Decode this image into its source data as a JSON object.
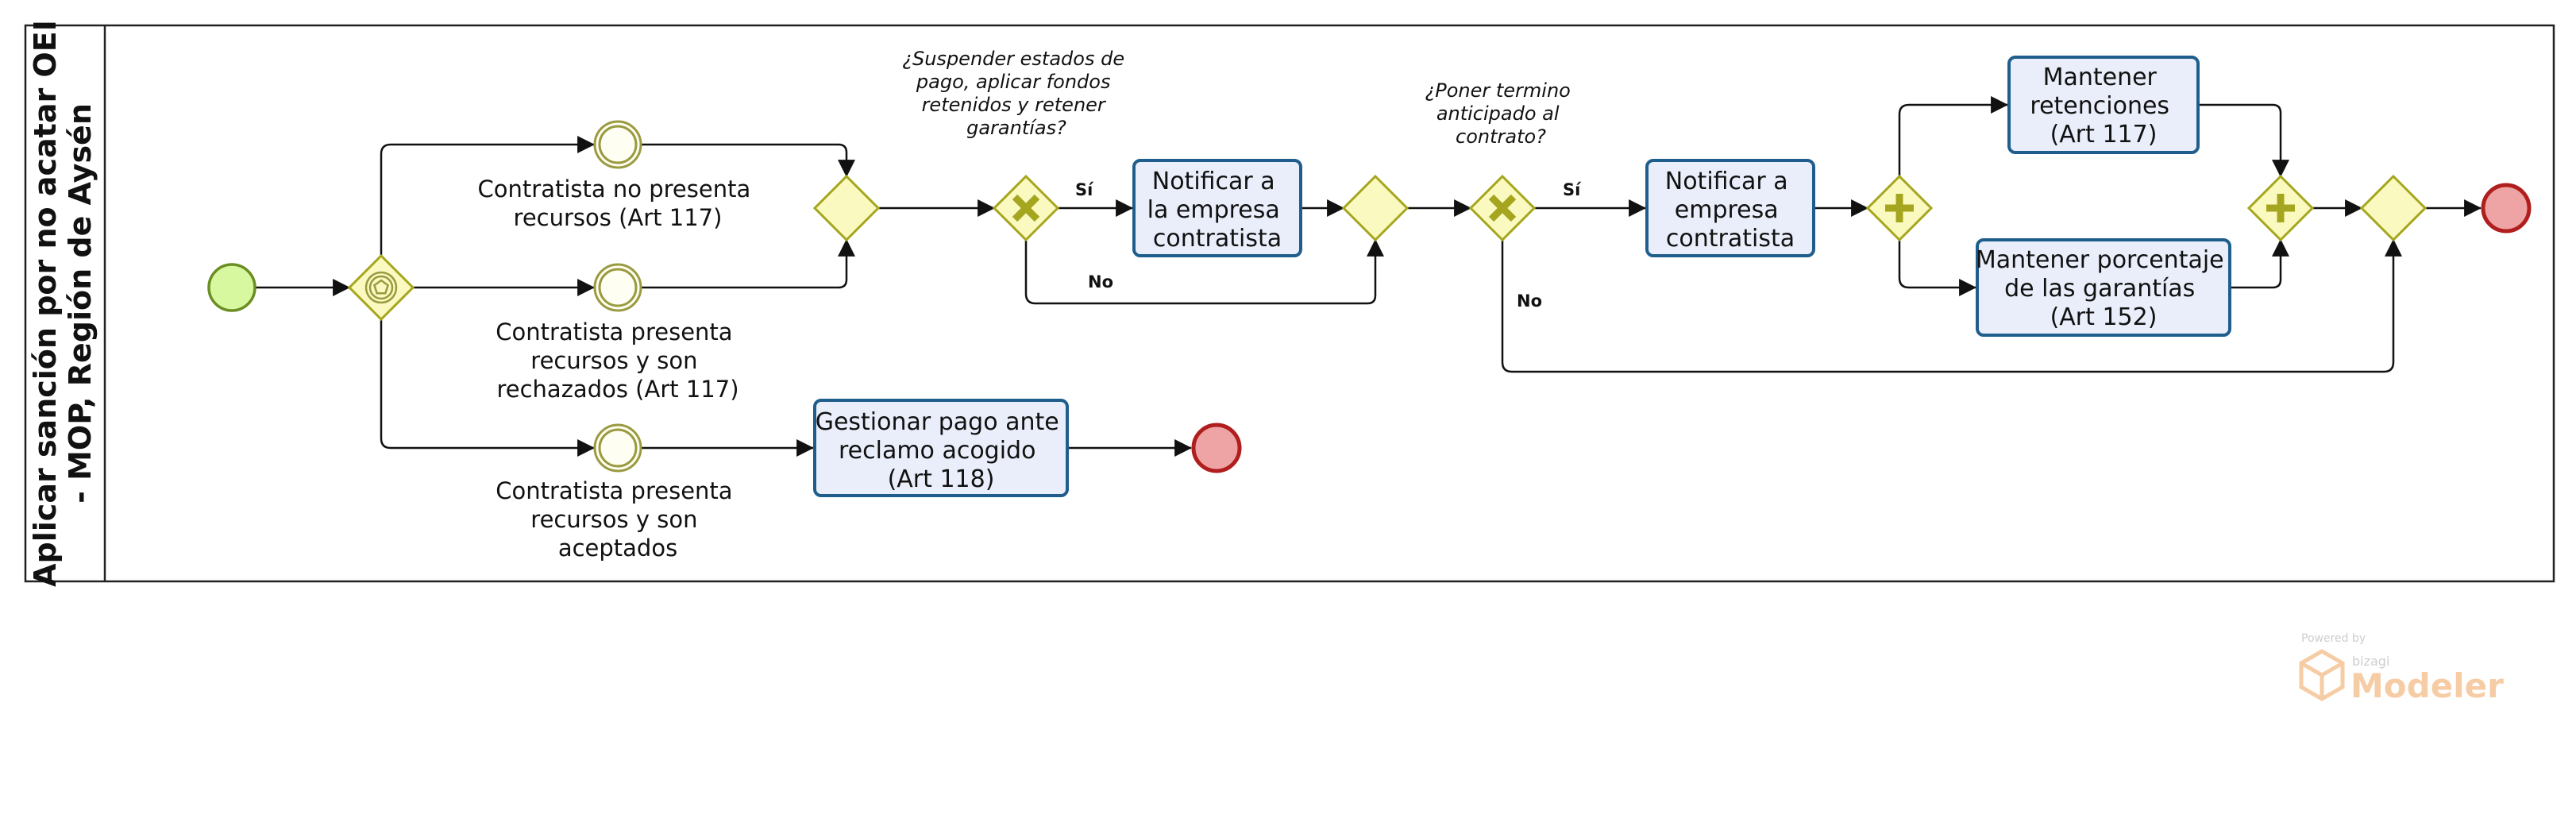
{
  "pool": {
    "title_line1": "Aplicar sanción por no acatar OEI",
    "title_line2": "- MOP, Región de Aysén"
  },
  "events": {
    "e1": [
      "Contratista no presenta",
      "recursos (Art 117)"
    ],
    "e2": [
      "Contratista presenta",
      "recursos y son",
      "rechazados (Art 117)"
    ],
    "e3": [
      "Contratista presenta",
      "recursos y son",
      "aceptados"
    ]
  },
  "tasks": {
    "t_gestionar": [
      "Gestionar pago ante",
      "reclamo acogido",
      "(Art 118)"
    ],
    "t_notificar1": [
      "Notificar a",
      "la empresa",
      "contratista"
    ],
    "t_notificar2": [
      "Notificar a",
      "empresa",
      "contratista"
    ],
    "t_retenciones": [
      "Mantener",
      "retenciones",
      "(Art 117)"
    ],
    "t_garantias": [
      "Mantener porcentaje",
      "de las garantías",
      "(Art 152)"
    ]
  },
  "gateways": {
    "q1": [
      "¿Suspender estados de",
      "pago, aplicar fondos",
      "retenidos y retener",
      "garantías?"
    ],
    "q2": [
      "¿Poner termino",
      "anticipado al",
      "contrato?"
    ]
  },
  "branches": {
    "q1_yes": "Sí",
    "q1_no": "No",
    "q2_yes": "Sí",
    "q2_no": "No"
  },
  "watermark": {
    "powered_by": "Powered by",
    "brand": "bizagi",
    "product": "Modeler"
  },
  "colors": {
    "task_fill": "#e9eefa",
    "task_border": "#1f5e8c",
    "gateway_fill": "#fafac0",
    "gateway_border": "#a6a61e",
    "start_fill": "#d8f8a0",
    "end_fill": "#eea4a4",
    "end_border": "#b01e1e"
  }
}
